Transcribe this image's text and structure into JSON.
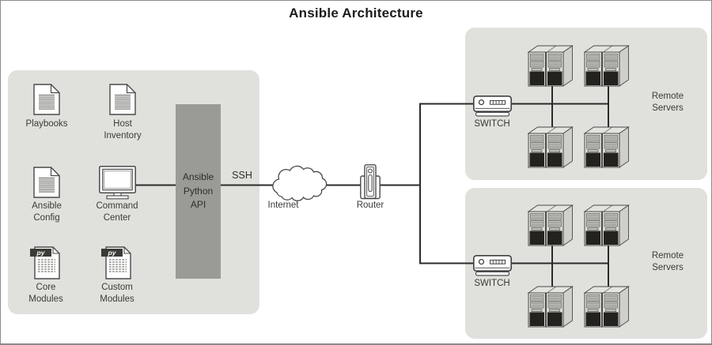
{
  "title": "Ansible Architecture",
  "colors": {
    "panel_background": "#e0e0dd",
    "api_block_background": "#9a9a97",
    "connector_line": "#2b2b2b",
    "canvas_border": "#8c8c8c",
    "py_badge_background": "#3a3a36"
  },
  "control_station": {
    "playbooks_label": "Playbooks",
    "host_inventory_line1": "Host",
    "host_inventory_line2": "Inventory",
    "ansible_config_line1": "Ansible",
    "ansible_config_line2": "Config",
    "command_center_line1": "Command",
    "command_center_line2": "Center",
    "core_modules_line1": "Core",
    "core_modules_line2": "Modules",
    "custom_modules_line1": "Custom",
    "custom_modules_line2": "Modules",
    "py_badge": "py"
  },
  "api_block": {
    "line1": "Ansible",
    "line2": "Python",
    "line3": "API"
  },
  "network": {
    "ssh_label": "SSH",
    "internet_label": "Internet",
    "router_label": "Router"
  },
  "clusters": {
    "top": {
      "switch_label": "SWITCH",
      "remote_line1": "Remote",
      "remote_line2": "Servers"
    },
    "bottom": {
      "switch_label": "SWITCH",
      "remote_line1": "Remote",
      "remote_line2": "Servers"
    }
  }
}
